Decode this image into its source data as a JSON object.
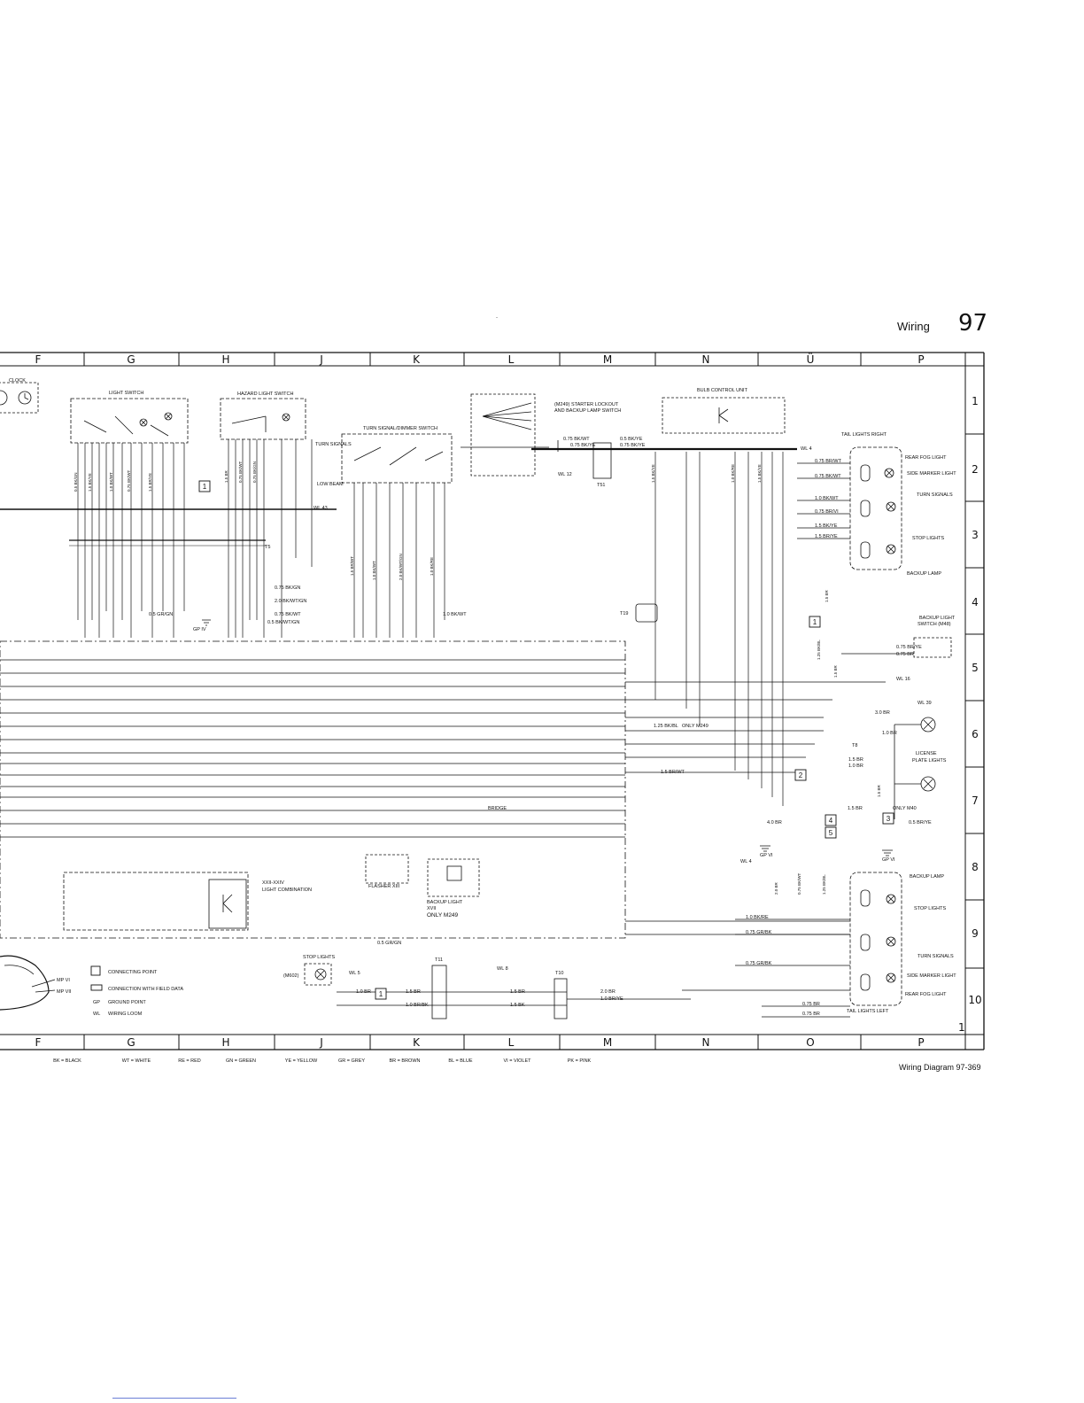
{
  "header": {
    "section": "Wiring",
    "page_number": "97"
  },
  "footer": {
    "title": "Wiring Diagram 97-369"
  },
  "grid": {
    "columns_top": [
      "F",
      "G",
      "H",
      "J",
      "K",
      "L",
      "M",
      "N",
      "Ü",
      "P"
    ],
    "columns_bottom": [
      "F",
      "G",
      "H",
      "J",
      "K",
      "L",
      "M",
      "N",
      "O",
      "P"
    ],
    "rows": [
      "1",
      "2",
      "3",
      "4",
      "5",
      "6",
      "7",
      "8",
      "9",
      "10"
    ],
    "sheet_number": "1"
  },
  "color_codes": [
    "BK = BLACK",
    "WT = WHITE",
    "RE = RED",
    "GN = GREEN",
    "YE = YELLOW",
    "GR = GREY",
    "BR = BROWN",
    "BL = BLUE",
    "VI = VIOLET",
    "PK = PINK"
  ],
  "legend": {
    "connecting_point": "CONNECTING POINT",
    "connection_field": "CONNECTION WITH FIELD DATA",
    "gp": "GP",
    "gp_text": "GROUND POINT",
    "wl": "WL",
    "wl_text": "WIRING LOOM",
    "mp_vi": "MP VI",
    "mp_vii": "MP VII"
  },
  "components": {
    "clock": "CLOCK",
    "light_switch": "LIGHT SWITCH",
    "hazard_switch": "HAZARD LIGHT SWITCH",
    "turn_dimmer": "TURN SIGNAL/DIMMER SWITCH",
    "turn_signals_small": "TURN SIGNALS",
    "low_beam": "LOW BEAM",
    "starter_lockout_1": "(M249) STARTER LOCKOUT",
    "starter_lockout_2": "AND BACKUP LAMP SWITCH",
    "bulb_control": "BULB CONTROL UNIT",
    "tail_right": "TAIL LIGHTS RIGHT",
    "rear_fog": "REAR FOG LIGHT",
    "side_marker": "SIDE MARKER LIGHT",
    "turn_signals": "TURN SIGNALS",
    "stop_lights": "STOP LIGHTS",
    "backup_lamp": "BACKUP LAMP",
    "backup_switch_1": "BACKUP LIGHT",
    "backup_switch_2": "SWITCH (M48)",
    "license_1": "LICENSE",
    "license_2": "PLATE LIGHTS",
    "light_combo_1": "XXII-XXIV",
    "light_combo_2": "LIGHT COMBINATION",
    "flasher": "FLASHER XIII",
    "backup_relay_1": "BACKUP LIGHT",
    "backup_relay_2": "XVII",
    "backup_relay_3": "ONLY M249",
    "bridge": "BRIDGE",
    "stop_lights_lower": "STOP LIGHTS",
    "m602": "(M602)",
    "tail_left": "TAIL LIGHTS LEFT",
    "only_m40": "ONLY M40"
  },
  "looms": {
    "wl43": "WL 43",
    "wl4": "WL 4",
    "wl12": "WL 12",
    "wl16": "WL 16",
    "wl39": "WL 39",
    "wl5": "WL 5",
    "wl8": "WL 8"
  },
  "terminals": {
    "t5": "T5",
    "t51": "T51",
    "t19": "T19",
    "t8": "T8",
    "t11": "T11",
    "t10": "T10"
  },
  "ground_points": {
    "gp4": "GP IV",
    "gp6": "GP VI",
    "gp6b": "GP VI"
  },
  "connecting_points": [
    "1",
    "1",
    "2",
    "3",
    "4",
    "5",
    "1"
  ],
  "wire_labels": {
    "w1": "0.75 BK/WT",
    "w2": "0.75 BK/YE",
    "w3": "0.5 BK/YE",
    "w4": "0.75 BR/WT",
    "w5": "1.0 BK/WT",
    "w6": "0.75 BR/VI",
    "w7": "1.5 BK/YE",
    "w8": "1.5 BR/YE",
    "w9": "0.75 BK/GN",
    "w10": "2.0 BK/WT/GN",
    "w11": "0.75 BK/WT",
    "w12": "0.5 BK/WT/GN",
    "w13": "1.0 BK/WT",
    "w14": "0.5 GR/GN",
    "w15": "1.25 BK/BL",
    "w16": "ONLY M249",
    "w17": "1.5 BR/WT",
    "w18": "3.0 BR",
    "w19": "1.0 BR",
    "w20": "1.5 BR",
    "w21": "1.0 BK/RE",
    "w22": "0.75 GR/BK",
    "w23": "0.75 GR/BK",
    "w24": "1.0 BR",
    "w25": "2.0 BR",
    "w26": "1.0 BR/YE",
    "w27": "0.75 BR",
    "w28": "0.75 BR",
    "w29": "0.5 GR/GN",
    "w30": "1.5 BR",
    "w31": "1.0 BR",
    "w32": "1.0 BR/BK",
    "w33": "1.5 BK",
    "w34": "4.0 BR",
    "w35": "0.5 BR/YE",
    "w36": "1.5 BR",
    "w37": "WL 4",
    "w38": "0.75 BR/YE",
    "w39": "0.5 BK/GN",
    "w40": "0.75 BK/WT"
  }
}
